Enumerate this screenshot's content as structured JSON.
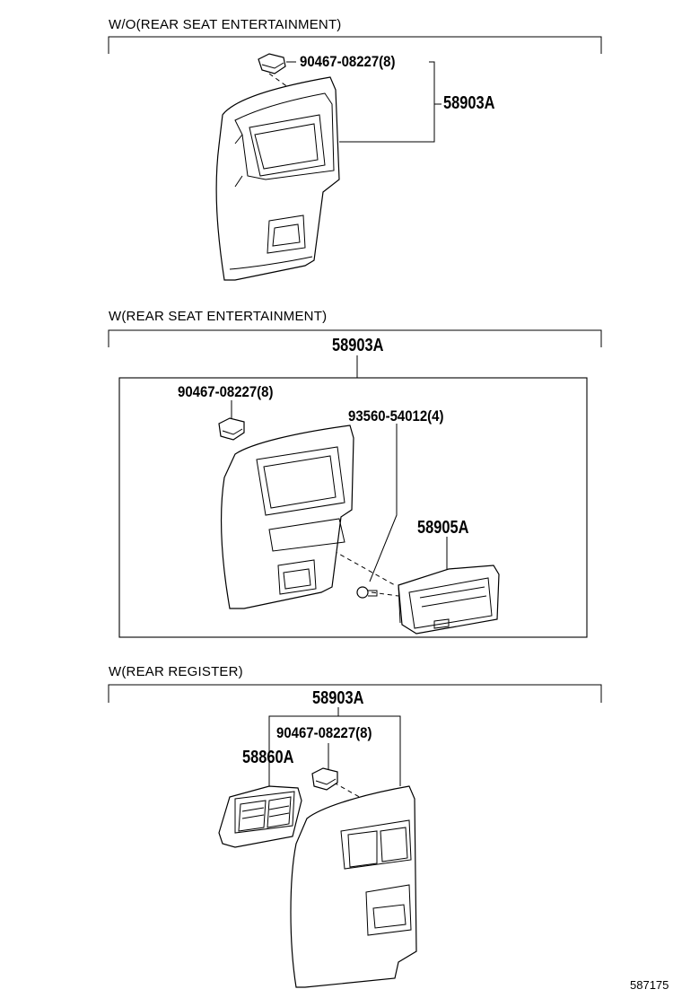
{
  "sections": [
    {
      "title": "W/O(REAR SEAT ENTERTAINMENT)",
      "labels": {
        "clip": "90467-08227(8)",
        "panel": "58903A"
      }
    },
    {
      "title": "W(REAR SEAT ENTERTAINMENT)",
      "labels": {
        "assembly": "58903A",
        "clip": "90467-08227(8)",
        "screw": "93560-54012(4)",
        "tray": "58905A"
      }
    },
    {
      "title": "W(REAR REGISTER)",
      "labels": {
        "assembly": "58903A",
        "clip": "90467-08227(8)",
        "register": "58860A"
      }
    }
  ],
  "footer": {
    "diagram_ref": "587175"
  }
}
